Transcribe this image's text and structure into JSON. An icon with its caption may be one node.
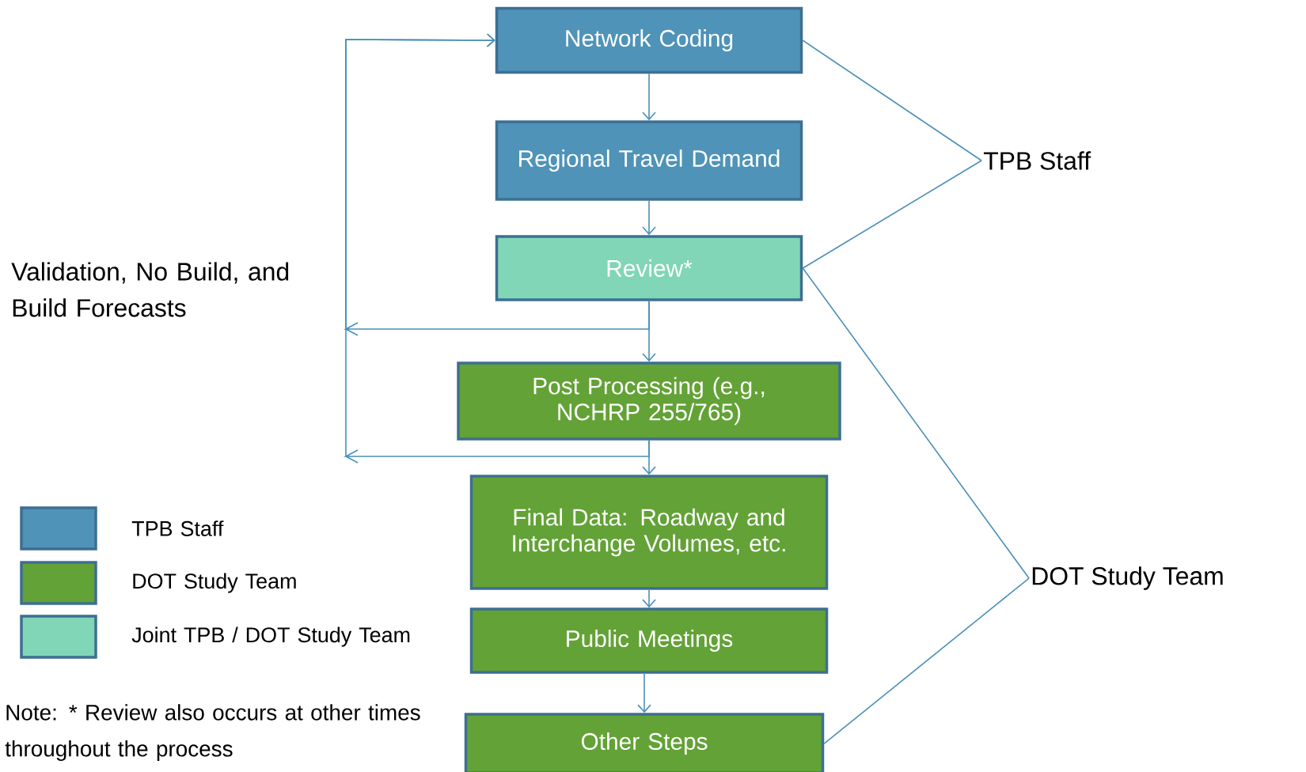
{
  "diagram": {
    "nodes": [
      {
        "text": [
          "Network Coding"
        ]
      },
      {
        "text": [
          "Regional Travel Demand"
        ]
      },
      {
        "text": [
          "Review*"
        ]
      },
      {
        "text": [
          "Post Processing (e.g., NCHRP 255/765)"
        ]
      },
      {
        "text": [
          "Final Data: Roadway and Interchange Volumes, etc."
        ]
      },
      {
        "text": [
          "Public Meetings"
        ]
      },
      {
        "text": [
          "Other Steps"
        ]
      },
      {
        "text": [
          "TPB Staff"
        ]
      },
      {
        "text": [
          "DOT Study Team"
        ]
      }
    ],
    "edges": [
      {
        "from": 0,
        "to": 1,
        "arrow": "to"
      },
      {
        "from": 1,
        "to": 2,
        "arrow": "to"
      },
      {
        "from": 2,
        "to": 3,
        "arrow": "to"
      },
      {
        "from": 3,
        "to": 4,
        "arrow": "to"
      },
      {
        "from": 4,
        "to": 5,
        "arrow": "to"
      },
      {
        "from": 5,
        "to": 6,
        "arrow": "to"
      },
      {
        "from": 2,
        "to": 0,
        "arrow": "to",
        "label": "Validation, No Build, and Build Forecasts"
      },
      {
        "from": 3,
        "to": 0,
        "arrow": "to"
      },
      {
        "from": 7,
        "to": 0,
        "arrow": "none"
      },
      {
        "from": 7,
        "to": 2,
        "arrow": "none"
      },
      {
        "from": 8,
        "to": 2,
        "arrow": "none"
      },
      {
        "from": 8,
        "to": 6,
        "arrow": "none"
      }
    ],
    "labels": [
      "Note:  * Review also occurs at other times throughout the process"
    ],
    "legend": [
      {
        "text": "TPB Staff",
        "color": "#4f93b8"
      },
      {
        "text": "DOT Study Team",
        "color": "#63a236"
      },
      {
        "text": "Joint TPB / DOT Study Team",
        "color": "#80d6b7"
      }
    ]
  }
}
